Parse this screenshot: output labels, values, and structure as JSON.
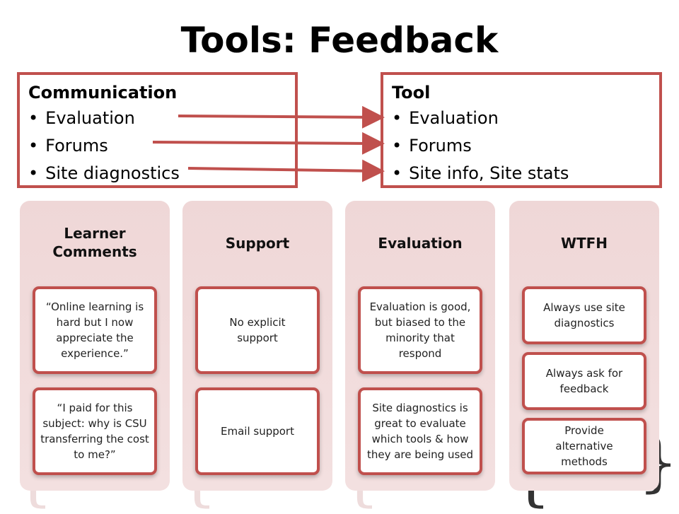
{
  "slide": {
    "title": "Tools: Feedback"
  },
  "mapping": {
    "left": {
      "header": "Communication",
      "items": [
        "Evaluation",
        "Forums",
        "Site diagnostics"
      ]
    },
    "right": {
      "header": "Tool",
      "items": [
        "Evaluation",
        "Forums",
        "Site info, Site stats"
      ]
    }
  },
  "columns": [
    {
      "header": "Learner Comments",
      "cards": [
        "“Online learning is hard but I now appreciate the experience.”",
        "“I paid for this subject: why is CSU transferring the cost to me?”"
      ]
    },
    {
      "header": "Support",
      "cards": [
        "No explicit support",
        "Email support"
      ]
    },
    {
      "header": "Evaluation",
      "cards": [
        "Evaluation is good, but biased to the minority that respond",
        "Site diagnostics is great to evaluate which tools  & how they are being used"
      ]
    },
    {
      "header": "WTFH",
      "cards": [
        "Always use site diagnostics",
        "Always ask for feedback",
        "Provide alternative methods"
      ]
    }
  ],
  "colors": {
    "accent": "#c0504d",
    "column_fill": "#efd7d7"
  },
  "icons": [
    "arrow-right-icon",
    "curly-brace-icon"
  ]
}
